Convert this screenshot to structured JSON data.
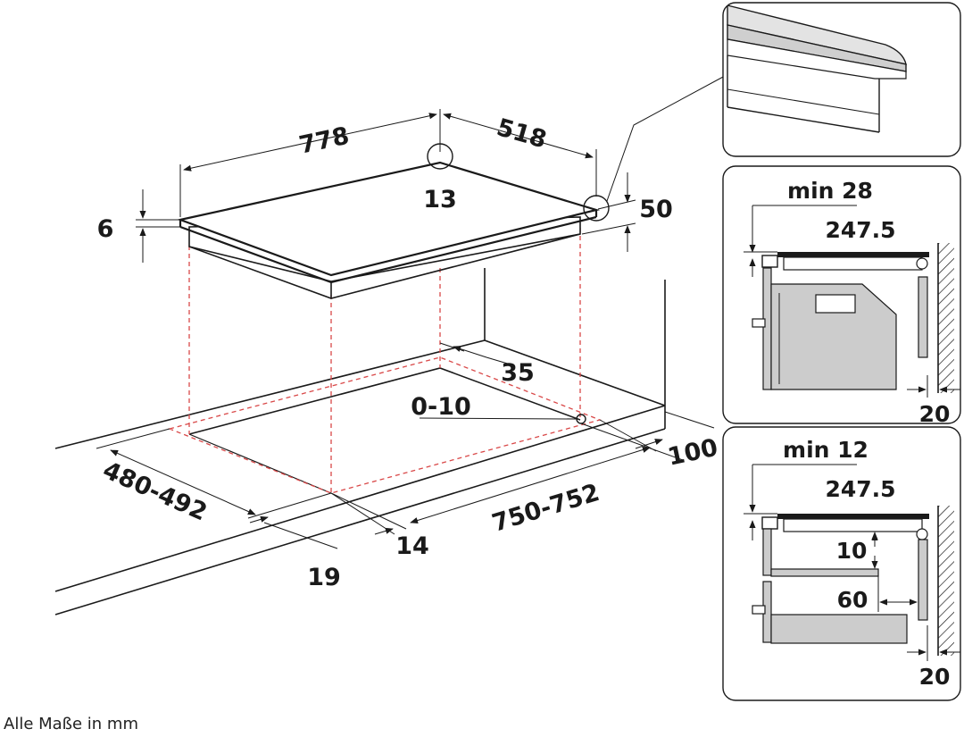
{
  "colors": {
    "line": "#1a1a1a",
    "cutout_dashed": "#d94848",
    "panel_fill": "#cccccc",
    "wall_hatch": "#1a1a1a"
  },
  "main": {
    "hob_width": "778",
    "hob_depth": "518",
    "glass_thickness": "6",
    "corner_radius": "13",
    "hob_height": "50",
    "cutout_width": "750-752",
    "cutout_depth": "480-492",
    "corner_cutout_radius": "0-10",
    "rear_margin": "35",
    "front_margin_14": "14",
    "front_margin_19": "19",
    "wall_distance": "100"
  },
  "side_top": {
    "min_label": "min 28",
    "depth_label": "247.5",
    "wall_gap": "20"
  },
  "side_bottom": {
    "min_label": "min 12",
    "depth_label": "247.5",
    "gap_10": "10",
    "gap_60": "60",
    "wall_gap": "20"
  },
  "footer": {
    "caption": "Alle Maße in mm"
  }
}
